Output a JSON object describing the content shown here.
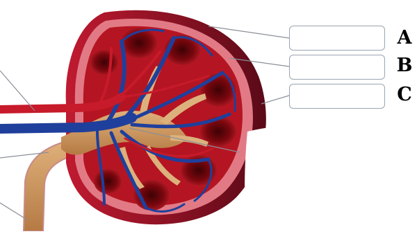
{
  "labels": [
    {
      "id": "A",
      "letter": "A",
      "value": ""
    },
    {
      "id": "B",
      "letter": "B",
      "value": ""
    },
    {
      "id": "C",
      "letter": "C",
      "value": ""
    }
  ],
  "colors": {
    "capsule_dark": "#6b0f1f",
    "capsule_red": "#b3122a",
    "cortex": "#e0707c",
    "medulla_red": "#a3101c",
    "pyramid_dark": "#5a0508",
    "pelvis": "#c9945a",
    "vein_blue": "#1f3f9c",
    "artery_red": "#c71a2a",
    "leader_line": "#8a8f96",
    "box_border": "#9aa4b0"
  },
  "icons": [
    "kidney-cross-section"
  ]
}
